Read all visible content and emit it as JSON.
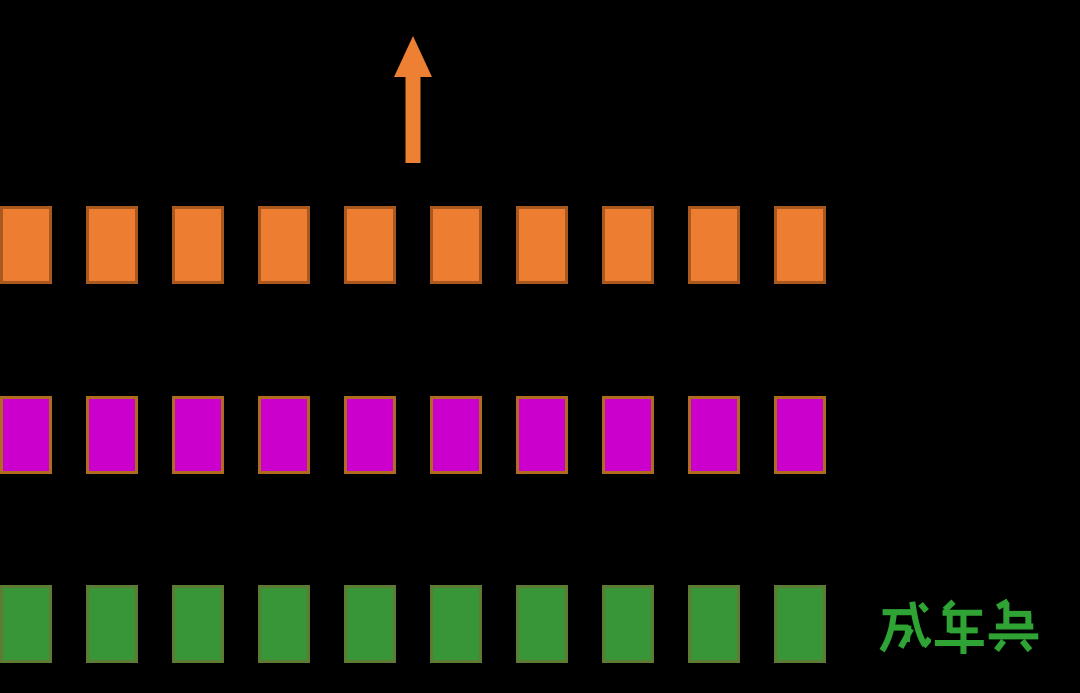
{
  "diagram": {
    "background": "#000000",
    "arrow": {
      "direction": "up",
      "color": "#ED8032"
    },
    "rows": [
      {
        "id": "orange-row",
        "unit_count": 10,
        "fill": "#ED7D31",
        "border": "#A9591D",
        "label": ""
      },
      {
        "id": "magenta-row",
        "unit_count": 10,
        "fill": "#CC00CC",
        "border": "#B06B1E",
        "label": ""
      },
      {
        "id": "green-row",
        "unit_count": 10,
        "fill": "#389638",
        "border": "#5E7B33",
        "label": "成年兵",
        "label_color": "#2FA434"
      }
    ]
  }
}
